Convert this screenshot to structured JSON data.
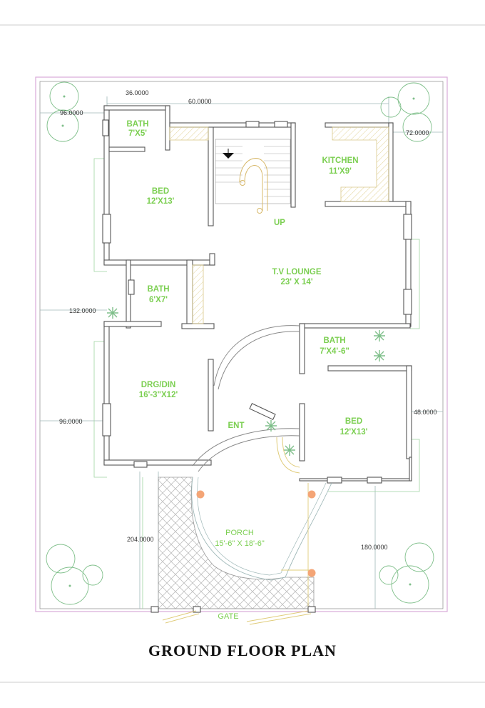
{
  "title": "GROUND FLOOR PLAN",
  "rooms": {
    "bath1": {
      "name": "BATH",
      "size": "7'X5'"
    },
    "bed1": {
      "name": "BED",
      "size": "12'X13'"
    },
    "kitchen": {
      "name": "KITCHEN",
      "size": "11'X9'"
    },
    "stairs": {
      "label": "UP"
    },
    "tv_lounge": {
      "name": "T.V LOUNGE",
      "size": "23' X 14'"
    },
    "bath2": {
      "name": "BATH",
      "size": "6'X7'"
    },
    "bath3": {
      "name": "BATH",
      "size": "7'X4'-6\""
    },
    "drg_din": {
      "name": "DRG/DIN",
      "size": "16'-3\"X12'"
    },
    "entrance": {
      "label": "ENT"
    },
    "bed2": {
      "name": "BED",
      "size": "12'X13'"
    },
    "porch": {
      "name": "PORCH",
      "size": "15'-6\" X 18'-6\""
    },
    "gate": {
      "label": "GATE"
    }
  },
  "dimensions": {
    "d36": "36.0000",
    "d60": "60.0000",
    "d96_top": "96.0000",
    "d72": "72.0000",
    "d132": "132.0000",
    "d96_mid": "96.0000",
    "d48": "48.0000",
    "d204": "204.0000",
    "d180": "180.0000"
  },
  "colors": {
    "room_text": "#7ccf52",
    "walls": "#555555",
    "light_post": "#f4a576",
    "paving": "#bbbbbb",
    "border": "#d9a9d9"
  }
}
